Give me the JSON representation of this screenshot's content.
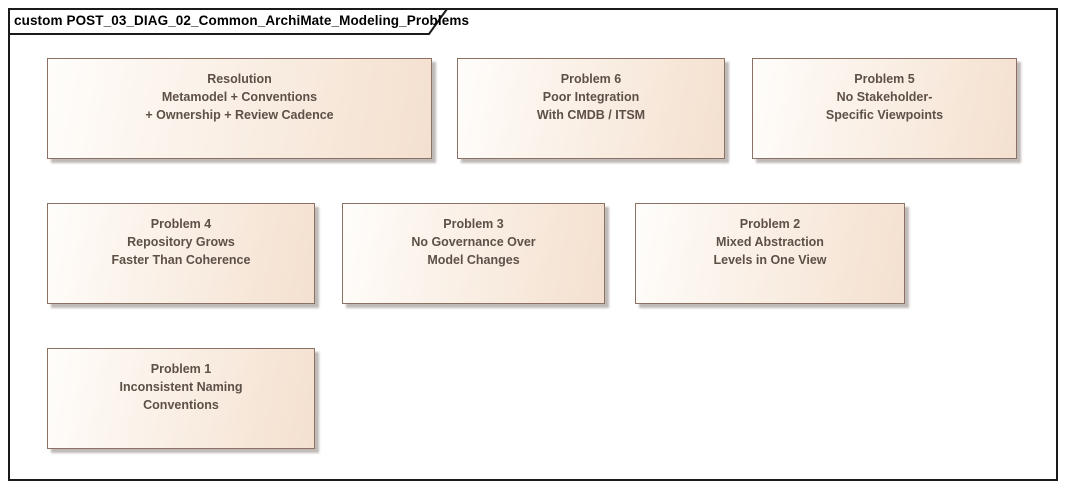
{
  "frame": {
    "title": "custom POST_03_DIAG_02_Common_ArchiMate_Modeling_Problems"
  },
  "colors": {
    "frame_border": "#1a1a1a",
    "box_border": "#8b7064",
    "box_fill_light": "#fffdfb",
    "box_fill_dark": "#f4e0cf",
    "box_text": "#5d5048",
    "shadow": "#807670"
  },
  "boxes": [
    {
      "id": "resolution",
      "lines": [
        "Resolution",
        "Metamodel + Conventions",
        "+ Ownership + Review Cadence"
      ]
    },
    {
      "id": "problem-6",
      "lines": [
        "Problem 6",
        "Poor Integration",
        "With CMDB / ITSM"
      ]
    },
    {
      "id": "problem-5",
      "lines": [
        "Problem 5",
        "No Stakeholder-",
        "Specific Viewpoints"
      ]
    },
    {
      "id": "problem-4",
      "lines": [
        "Problem 4",
        "Repository Grows",
        "Faster Than Coherence"
      ]
    },
    {
      "id": "problem-3",
      "lines": [
        "Problem 3",
        "No Governance Over",
        "Model Changes"
      ]
    },
    {
      "id": "problem-2",
      "lines": [
        "Problem 2",
        "Mixed Abstraction",
        "Levels in One View"
      ]
    },
    {
      "id": "problem-1",
      "lines": [
        "Problem 1",
        "Inconsistent Naming",
        "Conventions"
      ]
    }
  ]
}
